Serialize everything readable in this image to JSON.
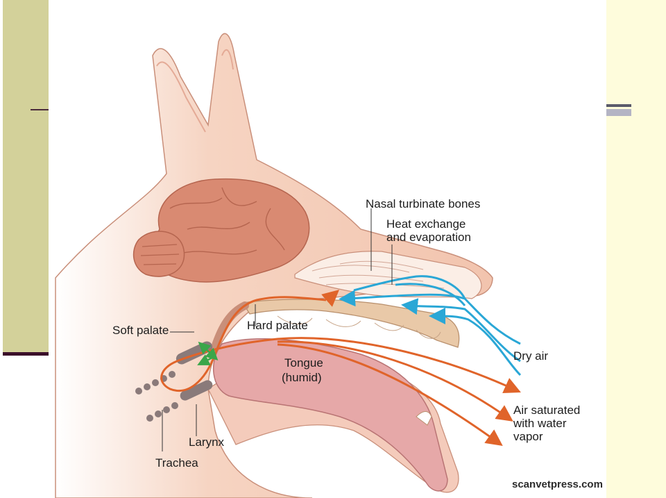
{
  "slide": {
    "left_band_color": "#d3d19a",
    "right_band_color": "#fefcdc",
    "rule_color": "#3b0f2a"
  },
  "diagram": {
    "labels": {
      "nasal_turbinate_bones": "Nasal turbinate bones",
      "heat_exchange_line1": "Heat exchange",
      "heat_exchange_line2": "and evaporation",
      "soft_palate": "Soft palate",
      "hard_palate": "Hard palate",
      "tongue_line1": "Tongue",
      "tongue_line2": "(humid)",
      "dry_air": "Dry air",
      "saturated_line1": "Air saturated",
      "saturated_line2": "with water",
      "saturated_line3": "vapor",
      "larynx": "Larynx",
      "trachea": "Trachea"
    },
    "credit": "scanvetpress.com",
    "colors": {
      "skin": "#f2c4ae",
      "brain": "#d98a72",
      "dry_air_arrows": "#2aa7d6",
      "humid_air_arrows": "#e0642a",
      "exchange_arrow": "#3aa64a",
      "tongue": "#e6a8a8"
    }
  }
}
